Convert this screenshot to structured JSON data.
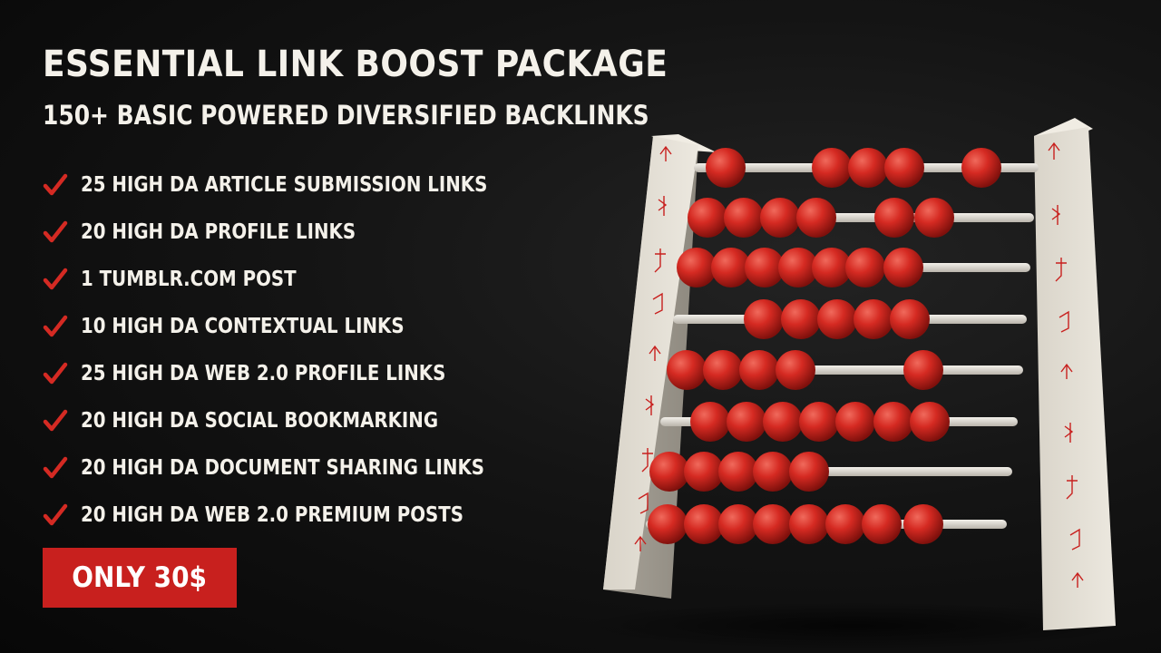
{
  "header": {
    "title": "ESSENTIAL LINK BOOST PACKAGE",
    "subtitle": "150+ BASIC POWERED DIVERSIFIED BACKLINKS"
  },
  "features": [
    "25 HIGH DA ARTICLE SUBMISSION LINKS",
    "20 HIGH DA PROFILE LINKS",
    "1 TUMBLR.COM POST",
    "10 HIGH DA CONTEXTUAL LINKS",
    "25 HIGH DA WEB 2.0 PROFILE LINKS",
    "20 HIGH DA SOCIAL BOOKMARKING",
    "20 HIGH DA DOCUMENT SHARING LINKS",
    "20 HIGH DA WEB 2.0 PREMIUM POSTS"
  ],
  "price": {
    "label": "ONLY 30$"
  },
  "icons": {
    "feature_marker": "check-icon",
    "illustration": "abacus-icon"
  },
  "colors": {
    "accent": "#c8201e",
    "check": "#d42a23",
    "text": "#f4f1ea",
    "background": "#111111",
    "bead": "#d52a22"
  }
}
